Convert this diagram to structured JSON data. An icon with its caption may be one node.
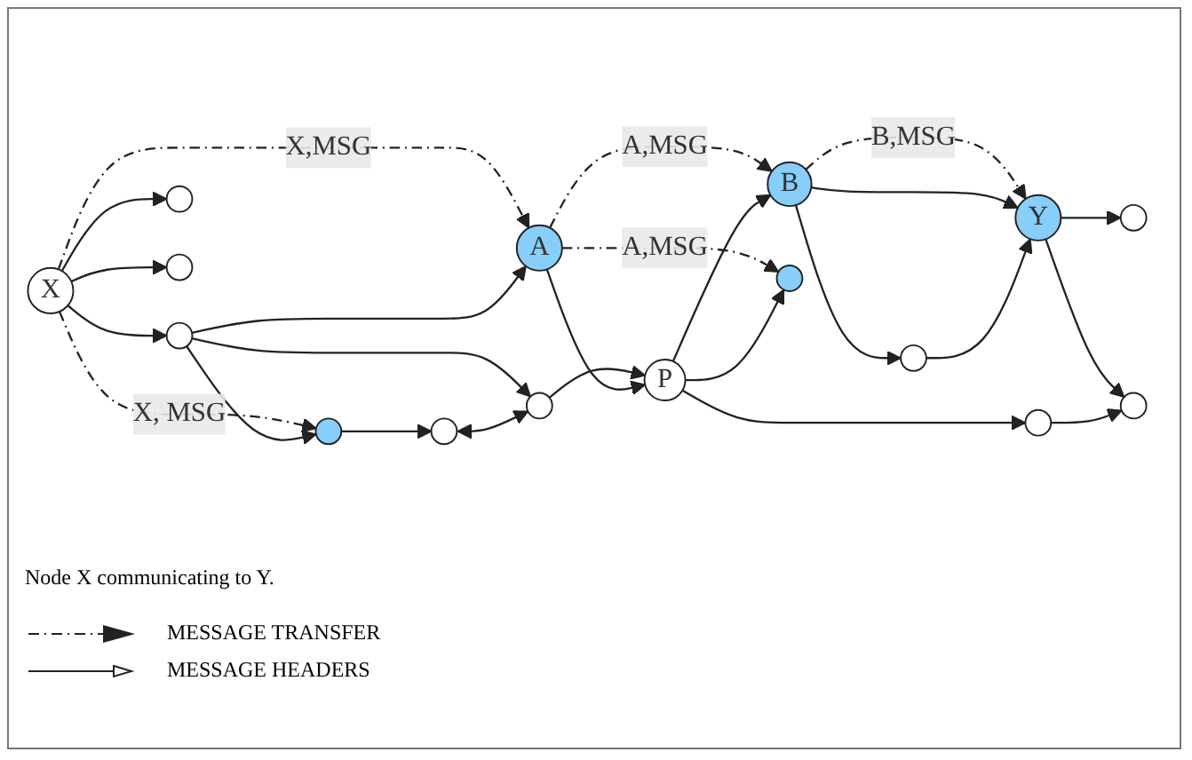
{
  "diagram": {
    "nodes": [
      {
        "text": [],
        "shape": "circle"
      },
      {
        "text": [],
        "shape": "circle"
      },
      {
        "text": [],
        "shape": "circle"
      },
      {
        "text": [],
        "shape": "circle"
      },
      {
        "text": [
          "B"
        ]
      },
      {
        "text": [
          "Y"
        ]
      },
      {
        "text": [],
        "shape": "circle"
      },
      {
        "text": [],
        "shape": "circle"
      },
      {
        "text": [
          "X"
        ]
      },
      {
        "text": [
          "A"
        ]
      },
      {
        "text": [
          "P"
        ]
      },
      {
        "text": [],
        "shape": "circle"
      },
      {
        "text": [],
        "shape": "circle"
      },
      {
        "text": [],
        "shape": "circle"
      },
      {
        "text": [],
        "shape": "circle"
      },
      {
        "text": [],
        "shape": "circle"
      }
    ],
    "edges": [
      {
        "from": 0,
        "to": 1,
        "arrow": "to"
      },
      {
        "from": 1,
        "to": 3,
        "arrow": "both"
      },
      {
        "from": 6,
        "to": 0,
        "arrow": "to"
      },
      {
        "from": 6,
        "to": 3,
        "arrow": "to"
      },
      {
        "from": 6,
        "to": 9,
        "arrow": "to"
      },
      {
        "from": 8,
        "to": 6,
        "arrow": "to"
      },
      {
        "from": 8,
        "to": 12,
        "arrow": "to"
      },
      {
        "from": 8,
        "to": 13,
        "arrow": "to"
      },
      {
        "from": 9,
        "to": 10,
        "arrow": "to"
      },
      {
        "from": 3,
        "to": 10,
        "arrow": "to"
      },
      {
        "from": 10,
        "to": 4,
        "arrow": "to"
      },
      {
        "from": 10,
        "to": 14,
        "arrow": "to"
      },
      {
        "from": 10,
        "to": 15,
        "arrow": "to"
      },
      {
        "from": 15,
        "to": 11,
        "arrow": "to"
      },
      {
        "from": 4,
        "to": 2,
        "arrow": "to"
      },
      {
        "from": 2,
        "to": 5,
        "arrow": "to"
      },
      {
        "from": 4,
        "to": 5,
        "arrow": "to"
      },
      {
        "from": 5,
        "to": 7,
        "arrow": "to"
      },
      {
        "from": 5,
        "to": 11,
        "arrow": "to"
      },
      {
        "from": 8,
        "to": 0,
        "arrow": "to",
        "label": "X, MSG",
        "style": "dashed"
      },
      {
        "from": 8,
        "to": 9,
        "arrow": "to",
        "label": "X,MSG",
        "style": "dashed"
      },
      {
        "from": 9,
        "to": 4,
        "arrow": "to",
        "label": "A,MSG",
        "style": "dashed"
      },
      {
        "from": 9,
        "to": 14,
        "arrow": "to",
        "label": "A,MSG",
        "style": "dashed"
      },
      {
        "from": 4,
        "to": 5,
        "arrow": "to",
        "label": "B,MSG",
        "style": "dashed"
      }
    ],
    "labels": [
      "Node X communicating to Y."
    ],
    "legend": [
      {
        "text": "MESSAGE TRANSFER"
      },
      {
        "text": "MESSAGE HEADERS"
      }
    ]
  }
}
